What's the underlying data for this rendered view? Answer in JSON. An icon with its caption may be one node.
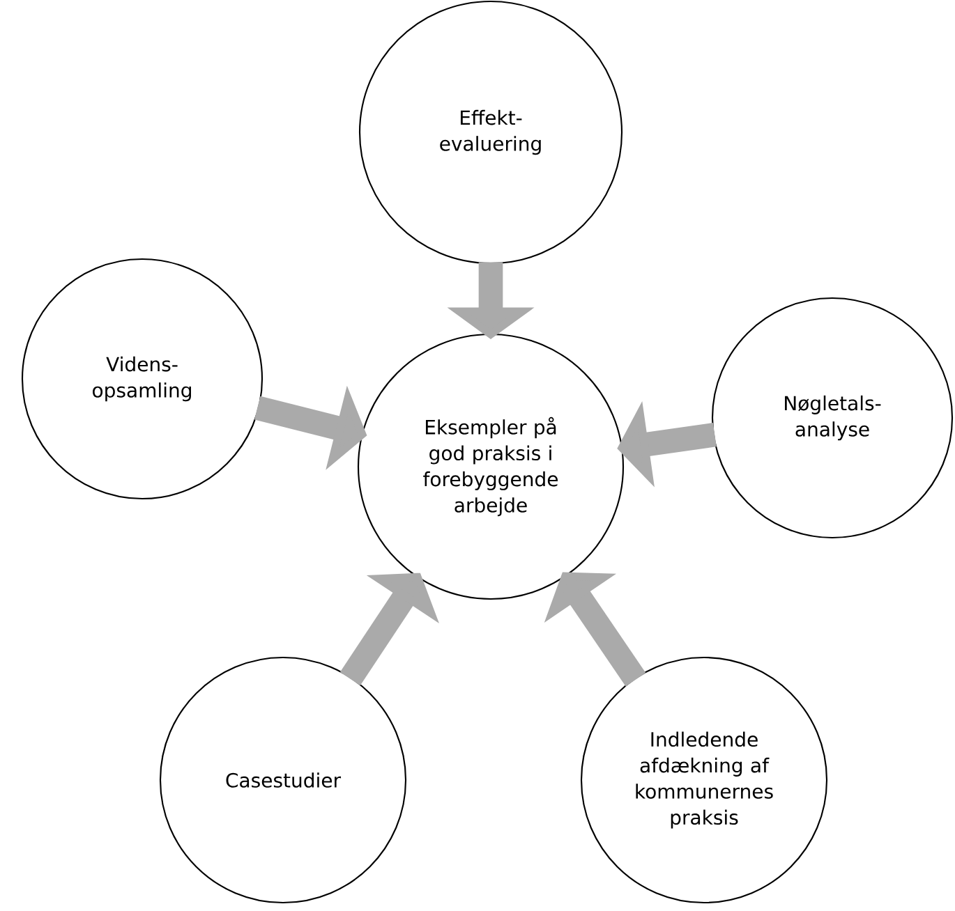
{
  "diagram": {
    "nodes": [
      {
        "text": [
          "Eksempler på god praksis i forebyggende arbejde"
        ]
      },
      {
        "text": [
          "Effekt- evaluering"
        ]
      },
      {
        "text": [
          "Videns- opsamling"
        ]
      },
      {
        "text": [
          "Nøgletals- analyse"
        ]
      },
      {
        "text": [
          "Casestudier"
        ]
      },
      {
        "text": [
          "Indledende afdækning af kommunernes praksis"
        ]
      }
    ],
    "edges": [
      {
        "from": 1,
        "to": 0,
        "arrow": "to"
      },
      {
        "from": 2,
        "to": 0,
        "arrow": "to"
      },
      {
        "from": 3,
        "to": 0,
        "arrow": "to"
      },
      {
        "from": 4,
        "to": 0,
        "arrow": "to"
      },
      {
        "from": 5,
        "to": 0,
        "arrow": "to"
      }
    ]
  }
}
